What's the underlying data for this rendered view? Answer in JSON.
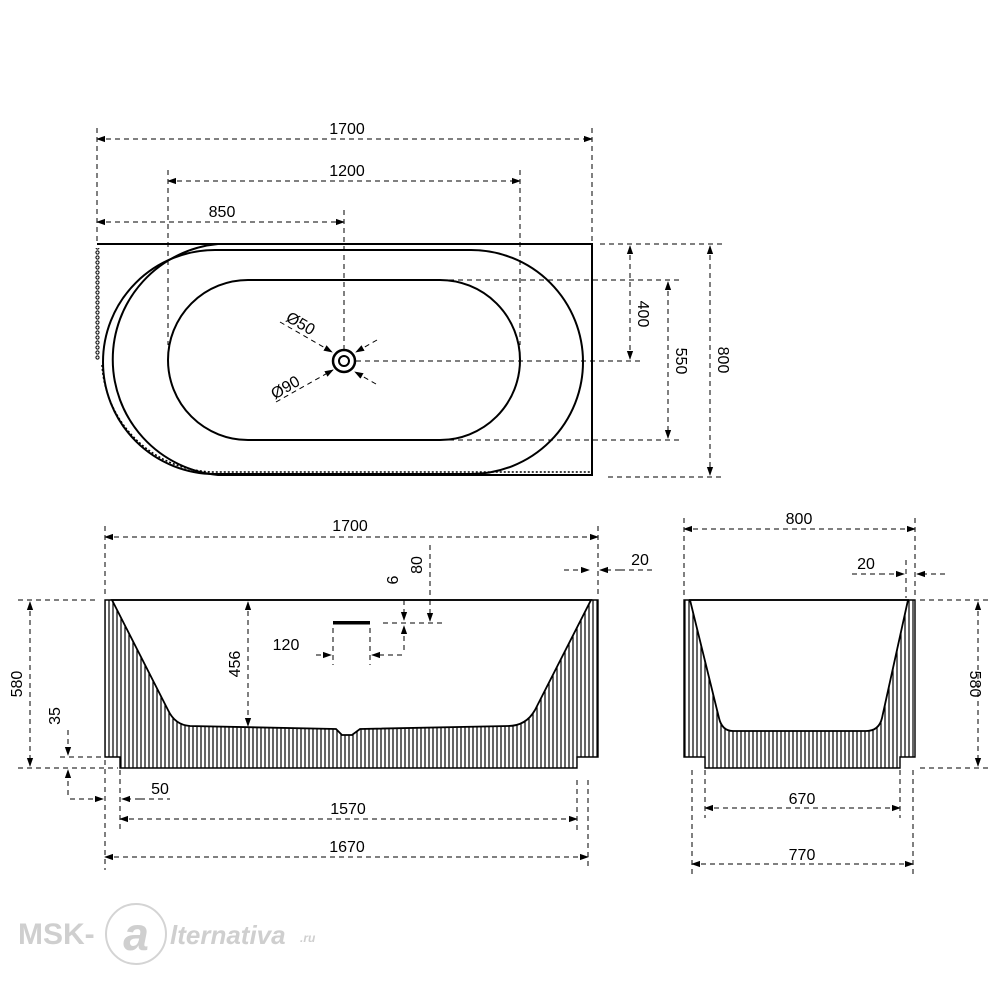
{
  "top_view": {
    "overall_length": "1700",
    "inner_length": "1200",
    "drain_offset": "850",
    "overall_width": "800",
    "inner_width": "550",
    "drain_center_width": "400",
    "drain_small_dia": "Ø50",
    "drain_large_dia": "Ø90"
  },
  "front_view": {
    "overall_length": "1700",
    "rim_width": "20",
    "overflow_drop": "80",
    "overflow_height": "6",
    "inner_depth": "456",
    "overflow_length": "120",
    "overall_height": "580",
    "base_recess_height": "35",
    "base_recess_width": "50",
    "base_inner_length": "1570",
    "base_length": "1670"
  },
  "side_view": {
    "overall_width": "800",
    "rim_width": "20",
    "overall_height": "580",
    "base_inner_width": "670",
    "base_width": "770"
  },
  "watermark": {
    "prefix": "MSK-",
    "mark": "a",
    "suffix": "lternativa",
    "domain": ".ru"
  }
}
